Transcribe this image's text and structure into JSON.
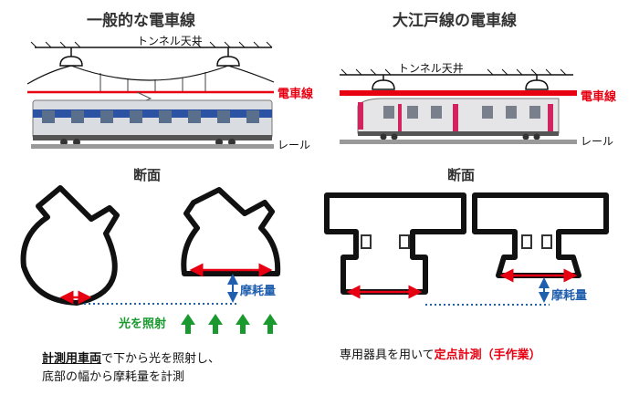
{
  "left": {
    "title": "一般的な電車線",
    "tunnel_label": "トンネル天井",
    "wire_label": "電車線",
    "rail_label": "レール",
    "section_label": "断面",
    "wear_label": "摩耗量",
    "light_label": "光を照射",
    "caption": {
      "emphasis": "計測用車両",
      "line1_rest": "で下から光を照射し、",
      "line2": "底部の幅から摩耗量を計測"
    }
  },
  "right": {
    "title": "大江戸線の電車線",
    "tunnel_label": "トンネル天井",
    "wire_label": "電車線",
    "rail_label": "レール",
    "section_label": "断面",
    "wear_label": "摩耗量",
    "caption": {
      "prefix": "専用器具を用いて",
      "emphasis": "定点計測（手作業）"
    }
  },
  "colors": {
    "wire_red": "#e60012",
    "wear_blue": "#1f5fae",
    "arrow_green": "#1a9a2e",
    "profile_black": "#111111"
  },
  "icons": [
    "up-arrow-icon",
    "double-arrow-icon",
    "train-icon"
  ]
}
